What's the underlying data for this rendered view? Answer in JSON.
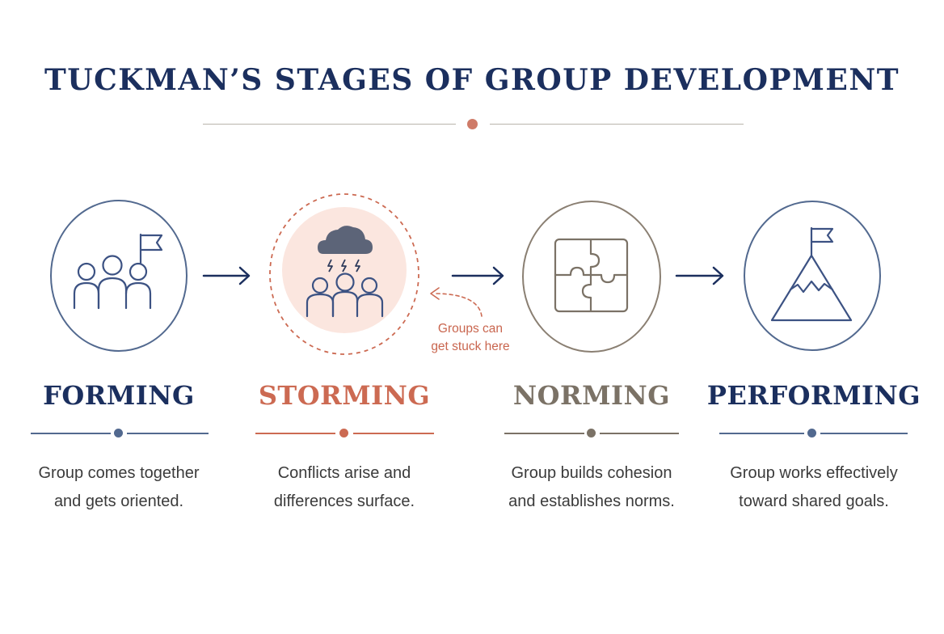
{
  "title": "TUCKMAN’S STAGES OF GROUP DEVELOPMENT",
  "colors": {
    "navy": "#1b2f5e",
    "coral": "#cc6a52",
    "taupe": "#7b7266",
    "blue_outline": "#52698f",
    "storm_fill": "#fbe6df"
  },
  "stages": [
    {
      "name": "FORMING",
      "icon": "people-with-flag-icon",
      "desc_line1": "Group comes together",
      "desc_line2": "and gets oriented."
    },
    {
      "name": "STORMING",
      "icon": "storm-cloud-people-icon",
      "desc_line1": "Conflicts arise and",
      "desc_line2": "differences surface."
    },
    {
      "name": "NORMING",
      "icon": "puzzle-icon",
      "desc_line1": "Group builds cohesion",
      "desc_line2": "and establishes norms."
    },
    {
      "name": "PERFORMING",
      "icon": "mountain-flag-icon",
      "desc_line1": "Group works effectively",
      "desc_line2": "toward shared goals."
    }
  ],
  "note": {
    "line1": "Groups can",
    "line2": "get stuck here"
  }
}
